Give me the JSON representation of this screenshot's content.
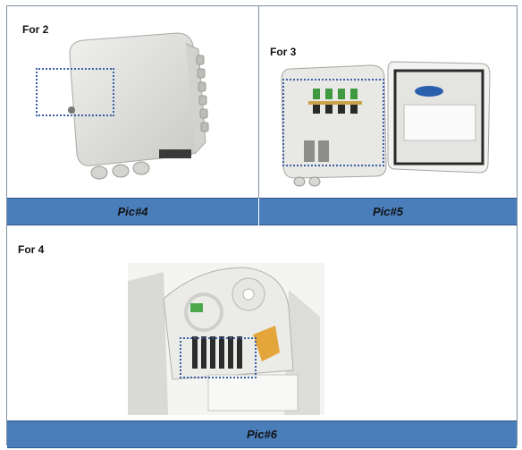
{
  "panels": [
    {
      "label": "For 2",
      "caption": "Pic#4"
    },
    {
      "label": "For 3",
      "caption": "Pic#5"
    },
    {
      "label": "For 4",
      "caption": "Pic#6"
    }
  ],
  "colors": {
    "caption_bar": "#4a7ebb",
    "highlight_dots": "#3a5fa8",
    "border": "#7f8fa3"
  },
  "icons": [
    "closed-fiber-box-photo",
    "open-fiber-box-photo",
    "open-fiber-box-closeup-photo"
  ]
}
